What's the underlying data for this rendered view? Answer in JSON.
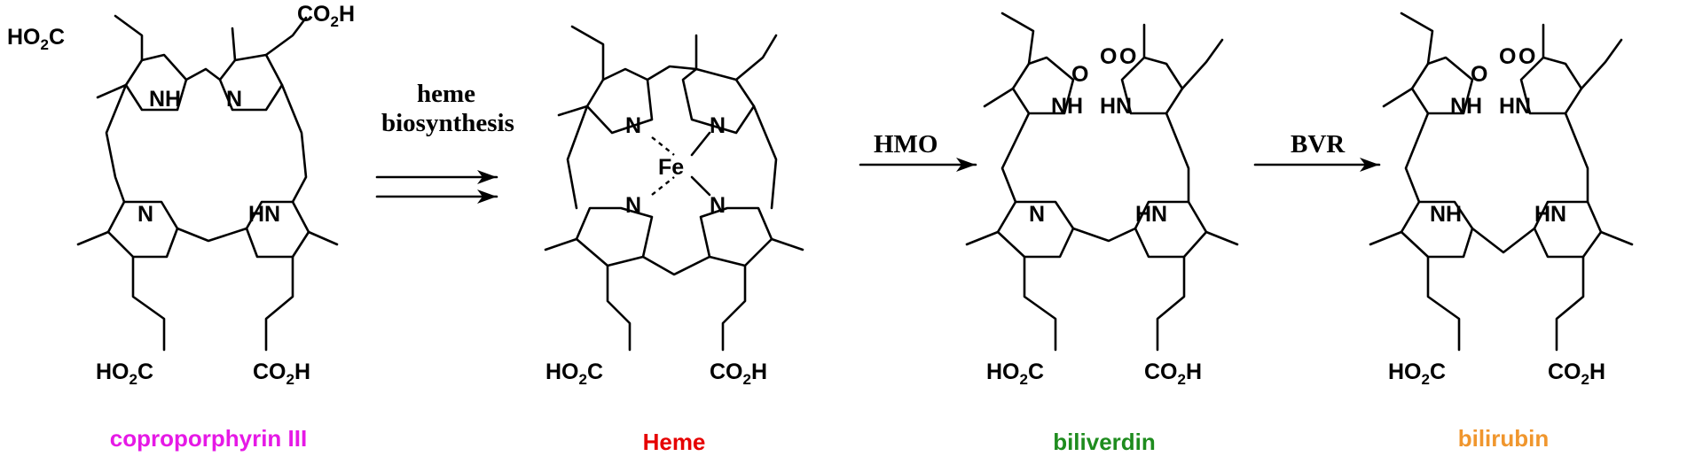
{
  "compounds": [
    {
      "name": "coproporphyrin III",
      "color": "#e619e6"
    },
    {
      "name": "Heme",
      "color": "#e60000"
    },
    {
      "name": "biliverdin",
      "color": "#1e8c1e"
    },
    {
      "name": "bilirubin",
      "color": "#f0962d"
    }
  ],
  "arrows": [
    {
      "label_line1": "heme",
      "label_line2": "biosynthesis"
    },
    {
      "label": "HMO"
    },
    {
      "label": "BVR"
    }
  ],
  "atoms": {
    "NH": "NH",
    "HN": "HN",
    "N": "N",
    "Fe": "Fe",
    "O": "O",
    "CO2H": "CO",
    "HO2C_left": "HO",
    "HO2C_right": "C",
    "sub2": "2",
    "H": "H"
  }
}
